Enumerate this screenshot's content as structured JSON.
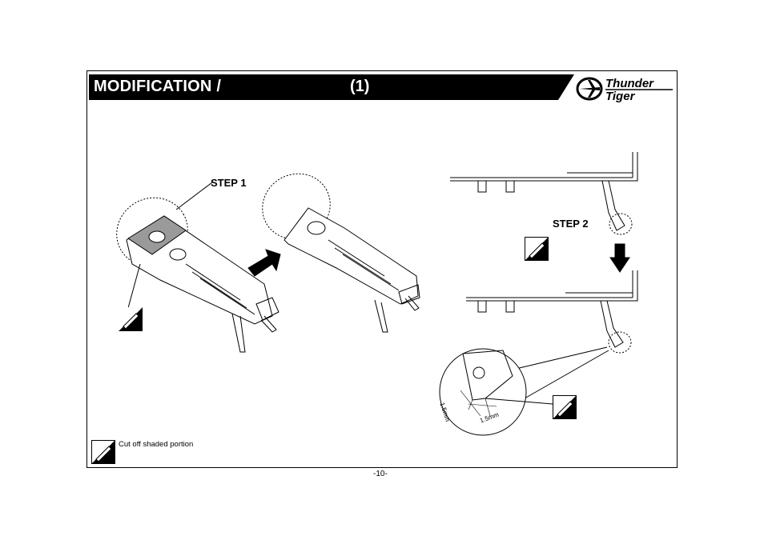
{
  "header": {
    "title": "MODIFICATION /",
    "title_number": "(1)",
    "brand_line1": "Thunder",
    "brand_line2": "Tiger"
  },
  "steps": {
    "step1_label": "STEP 1",
    "step2_label": "STEP 2"
  },
  "dimensions": {
    "dim_a": "1.5mm",
    "dim_b": "1.5mm"
  },
  "legend": {
    "cut_note": "Cut off shaded portion"
  },
  "footer": {
    "page_number": "-10-"
  },
  "colors": {
    "header_bg": "#000000",
    "header_text": "#ffffff",
    "shaded_part": "#9a9a9a"
  },
  "icons": [
    "airplane-logo-icon",
    "cutter-knife-icon",
    "arrow-right-icon",
    "arrow-down-icon"
  ]
}
